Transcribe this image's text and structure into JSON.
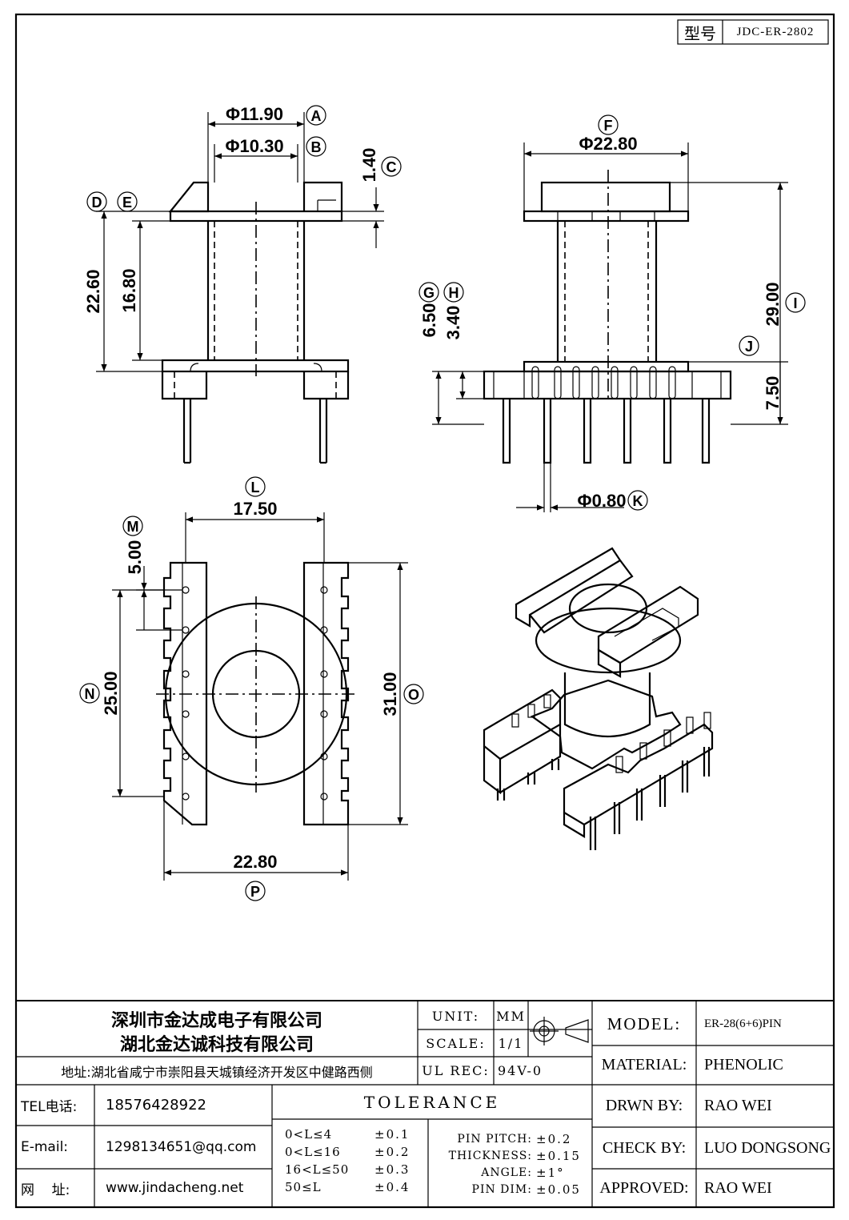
{
  "model_box": {
    "label": "型号",
    "value": "JDC-ER-2802"
  },
  "dims": {
    "a": "Φ11.90",
    "b": "Φ10.30",
    "c": "1.40",
    "d": "22.60",
    "e": "16.80",
    "f": "Φ22.80",
    "g": "6.50",
    "h": "3.40",
    "i": "29.00",
    "j": "7.50",
    "k": "Φ0.80",
    "l": "17.50",
    "m": "5.00",
    "n": "25.00",
    "o": "31.00",
    "p": "22.80"
  },
  "markers": [
    "A",
    "B",
    "C",
    "D",
    "E",
    "F",
    "G",
    "H",
    "I",
    "J",
    "K",
    "L",
    "M",
    "N",
    "O",
    "P"
  ],
  "title_block": {
    "company1": "深圳市金达成电子有限公司",
    "company2": "湖北金达诚科技有限公司",
    "address": "地址:湖北省咸宁市崇阳县天城镇经济开发区中健路西侧",
    "unit_label": "UNIT:",
    "unit_value": "MM",
    "scale_label": "SCALE:",
    "scale_value": "1/1",
    "ulrec_label": "UL REC:",
    "ulrec_value": "94V-0",
    "model_label": "MODEL:",
    "model_value": "ER-28(6+6)PIN",
    "material_label": "MATERIAL:",
    "material_value": "PHENOLIC",
    "drawn_label": "DRWN BY:",
    "drawn_value": "RAO WEI",
    "check_label": "CHECK BY:",
    "check_value": "LUO DONGSONG",
    "approved_label": "APPROVED:",
    "approved_value": "RAO WEI",
    "tel_label": "TEL电话:",
    "tel_value": "18576428922",
    "email_label": "E-mail:",
    "email_value": "1298134651@qq.com",
    "web_label": "网    址:",
    "web_value": "www.jindacheng.net",
    "tolerance_title": "TOLERANCE",
    "tol_rows": [
      {
        "range": "0<L≤4",
        "tol": "±0.1"
      },
      {
        "range": "0<L≤16",
        "tol": "±0.2"
      },
      {
        "range": "16<L≤50",
        "tol": "±0.3"
      },
      {
        "range": "50≤L",
        "tol": "±0.4"
      }
    ],
    "pin_rows": [
      {
        "label": "PIN PITCH:",
        "tol": "±0.2"
      },
      {
        "label": "THICKNESS:",
        "tol": "±0.15"
      },
      {
        "label": "ANGLE:",
        "tol": "±1°"
      },
      {
        "label": "PIN DIM:",
        "tol": "±0.05"
      }
    ]
  }
}
